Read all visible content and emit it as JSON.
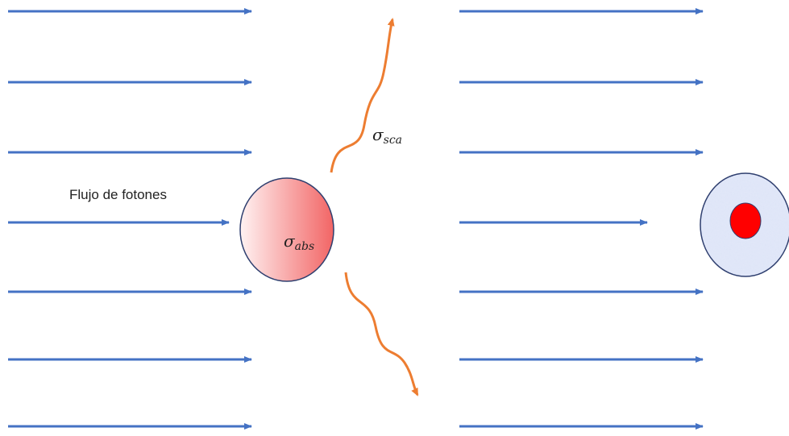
{
  "labels": {
    "flux": "Flujo de fotones",
    "sigma": "σ",
    "sca_sub": "sca",
    "abs_sub": "abs"
  },
  "colors": {
    "arrow": "#4472c4",
    "scatter": "#ed7d31",
    "particle_edge": "#2f3f6f",
    "particle_fill_light": "#fff0f0",
    "particle_fill_dark": "#f26b6b",
    "shadow_disk": "#dde4f7",
    "core": "#ff0000"
  }
}
